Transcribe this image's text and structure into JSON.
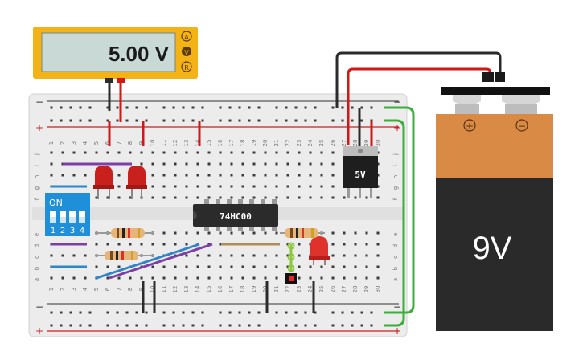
{
  "multimeter": {
    "reading": "5.00 V",
    "modes": [
      "A",
      "V",
      "R"
    ],
    "active_mode": "V"
  },
  "battery": {
    "label": "9V",
    "plus_symbol": "+",
    "minus_symbol": "−"
  },
  "regulator": {
    "label": "5V"
  },
  "chip": {
    "label": "74HC00"
  },
  "dip_switch": {
    "on_label": "ON",
    "switch_numbers": [
      "1",
      "2",
      "3",
      "4"
    ]
  },
  "breadboard": {
    "rail_minus": "−",
    "rail_plus": "+",
    "row_letters_top": [
      "j",
      "i",
      "h",
      "g",
      "f"
    ],
    "row_letters_bottom": [
      "e",
      "d",
      "c",
      "b",
      "a"
    ],
    "column_numbers": [
      "1",
      "2",
      "3",
      "4",
      "5",
      "6",
      "7",
      "8",
      "9",
      "10",
      "11",
      "12",
      "13",
      "14",
      "15",
      "16",
      "17",
      "18",
      "19",
      "20",
      "21",
      "22",
      "23",
      "24",
      "25",
      "26",
      "27",
      "28",
      "29",
      "30"
    ]
  },
  "colors": {
    "board": "#ececec",
    "rail_red": "#cc1f1f",
    "wire_black": "#2b2b2b",
    "wire_red": "#d31616",
    "wire_green": "#3cae3c",
    "wire_blue": "#2e86c8",
    "wire_purple": "#7b3fa6",
    "led_red": "#c8201c",
    "battery_orange": "#d98b46",
    "battery_body": "#2a2a2a",
    "meter_yellow": "#f3b316",
    "dip_blue": "#1f8fd9"
  }
}
